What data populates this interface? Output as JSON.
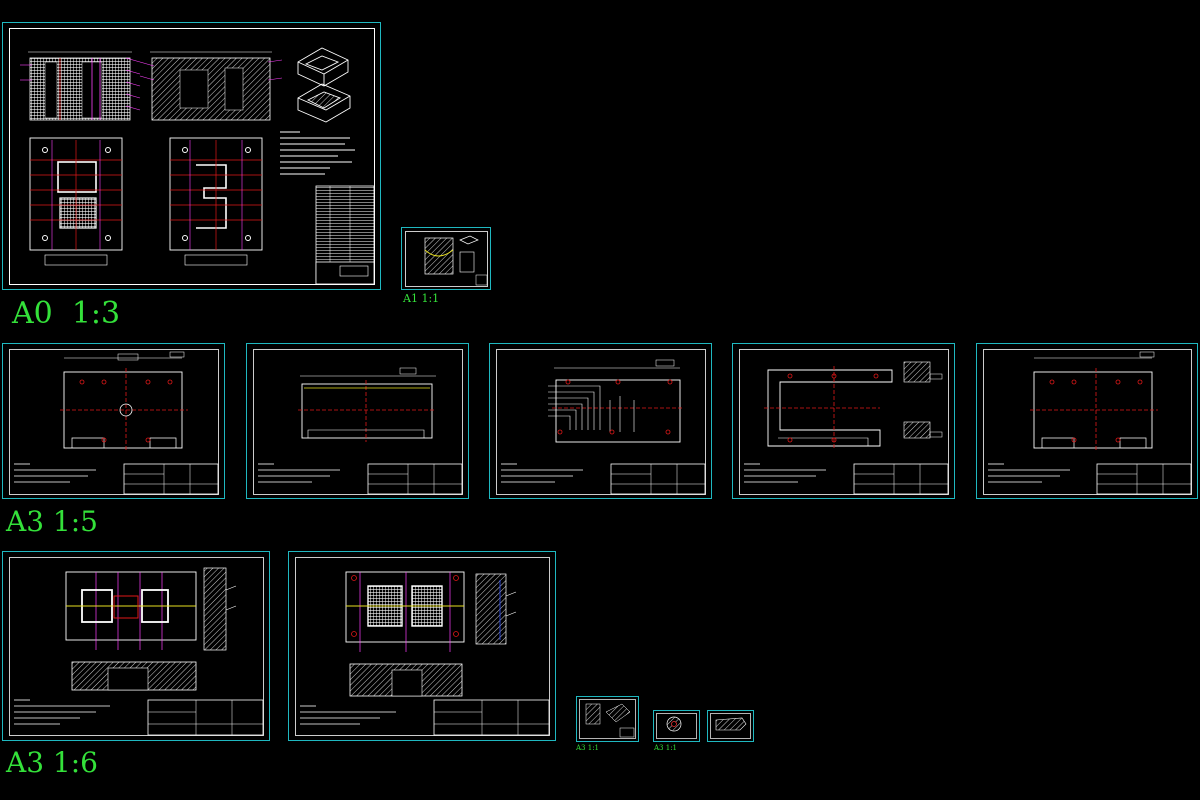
{
  "canvas": {
    "background": "#000000"
  },
  "colors": {
    "frame": "#1fb8c0",
    "inner": "#ffffff",
    "center_line": "#e01818",
    "accent_red": "#ff3030",
    "leader": "#ff40ff",
    "dim": "#ffffff",
    "label": "#34e13a",
    "yellow": "#e8e020",
    "blue": "#3050ff"
  },
  "scale_labels": {
    "a0": "A0  1:3",
    "a1": "A1 1:1",
    "a3_5": "A3 1:5",
    "a3_6": "A3 1:6",
    "a3_small_1": "A3 1:1",
    "a3_small_2": "A3 1:1"
  },
  "icons": {
    "three-d-view-icon": "isometric part sketch",
    "title-block-icon": "drawing title block grid"
  }
}
